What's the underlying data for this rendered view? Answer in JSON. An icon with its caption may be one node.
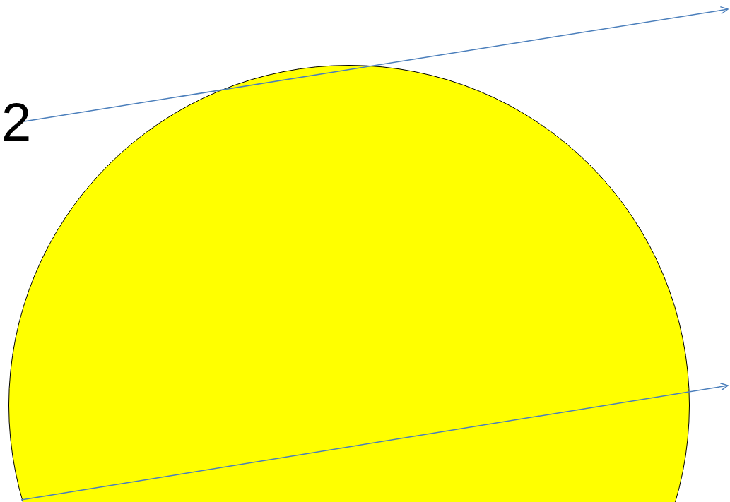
{
  "diagram": {
    "nodes": [
      {
        "text": [
          "2"
        ]
      },
      {
        "text": [],
        "shape": "circle"
      }
    ],
    "edges": [
      {
        "from": 0,
        "to": null,
        "arrow": "to"
      },
      {
        "from": 1,
        "to": null,
        "arrow": "to"
      }
    ]
  }
}
